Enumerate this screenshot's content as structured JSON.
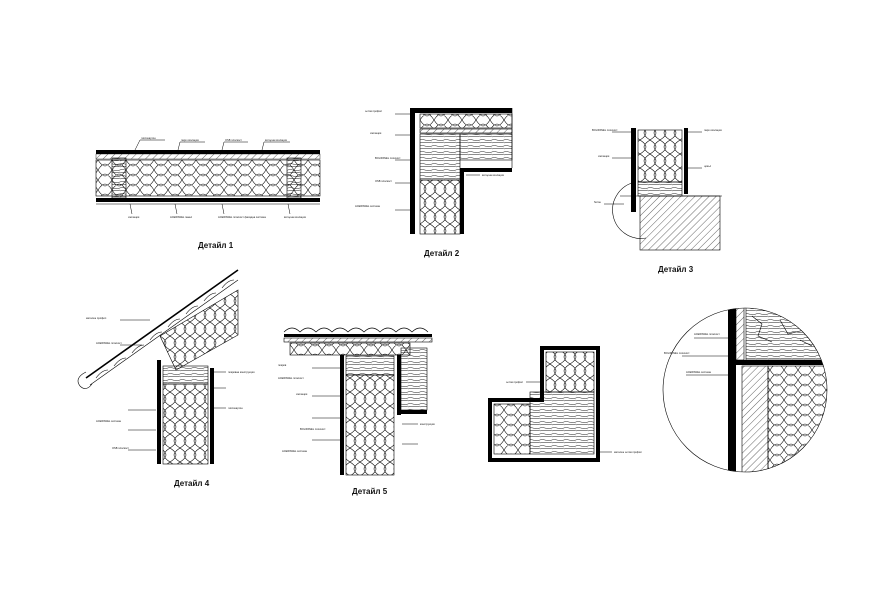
{
  "details": [
    {
      "id": "d1",
      "caption": "Детайл 1"
    },
    {
      "id": "d2",
      "caption": "Детайл 2"
    },
    {
      "id": "d3",
      "caption": "Детайл 3"
    },
    {
      "id": "d4",
      "caption": "Детайл 4"
    },
    {
      "id": "d5",
      "caption": "Детайл 5"
    }
  ],
  "labels": {
    "d1": [
      "гипсокартон",
      "паро изолация",
      "OSB плоскост",
      "вятърна изолация",
      "изолация",
      "ACEIPANEL панел",
      "ACEIPANEL плоскост фасадна система",
      "вятърна изолация"
    ],
    "d2": [
      "ъглов профил",
      "изолация",
      "BOLIPANEL плоскост",
      "OSB плоскост",
      "ACEIPANEL система",
      "вятърна изолация"
    ],
    "d3": [
      "BOLIPANEL плоскост",
      "изолация",
      "паро изолация",
      "цокъл",
      "бетон"
    ],
    "d4": [
      "метален профил",
      "ACEIPANEL плоскост",
      "ACEIPANEL система",
      "OSB плоскост",
      "покривна конструкция",
      "гипсокартон"
    ],
    "d5": [
      "покрив",
      "ACEIPANEL плоскост",
      "изолация",
      "BOLIPANEL плоскост",
      "ACEIPANEL система",
      "конструкция"
    ],
    "d6": [
      "ъглов профил",
      "метален ъглов профил"
    ],
    "d7": [
      "ACEIPANEL плоскост",
      "BOLIPANEL плоскост",
      "ACEIPANEL система"
    ]
  }
}
